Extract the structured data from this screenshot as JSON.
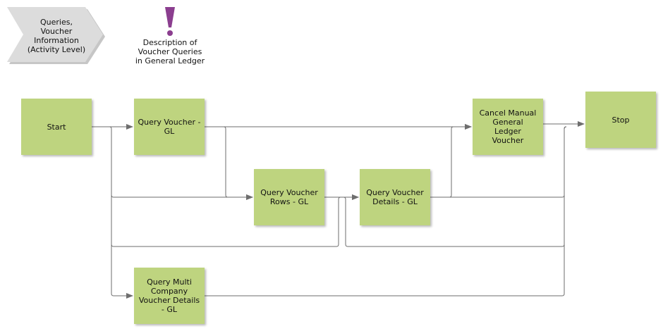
{
  "header": {
    "process_label": "Queries,\nVoucher\nInformation\n(Activity Level)",
    "info_label": "Description of\nVoucher Queries\nin General Ledger",
    "info_icon": "exclamation-icon"
  },
  "nodes": {
    "start": "Start",
    "query_voucher": "Query Voucher -\nGL",
    "cancel_manual": "Cancel Manual\nGeneral\nLedger\nVoucher",
    "stop": "Stop",
    "query_rows": "Query Voucher\nRows - GL",
    "query_details": "Query Voucher\nDetails - GL",
    "query_multi": "Query Multi\nCompany\nVoucher Details\n- GL"
  },
  "colors": {
    "node_fill": "#bed47f",
    "chevron_fill": "#dcdcdc",
    "connector": "#6e6e6e",
    "info_icon": "#8b3e8f"
  }
}
